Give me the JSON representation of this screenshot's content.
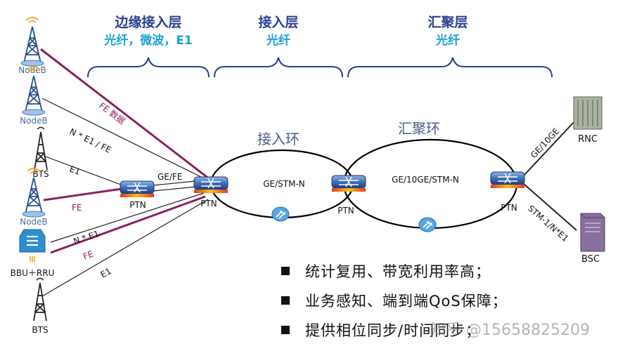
{
  "headers": {
    "edge": {
      "title": "边缘接入层",
      "sub": "光纤，微波，E1"
    },
    "access": {
      "title": "接入层",
      "sub": "光纤"
    },
    "aggregation": {
      "title": "汇聚层",
      "sub": "光纤"
    }
  },
  "rings": {
    "access_ring": "接入环",
    "aggregation_ring": "汇聚环"
  },
  "ring_labels": {
    "access": "GE/STM-N",
    "aggregation": "GE/10GE/STM-N"
  },
  "nodes": {
    "nodeb1": "NodeB",
    "nodeb2": "NodeB",
    "bts1": "BTS",
    "nodeb3": "NodeB",
    "bbu_rru": "BBU＋RRU",
    "bts2": "BTS",
    "ptn_small": "PTN",
    "ptn_main": "PTN",
    "ptn_mid": "PTN",
    "ptn_right": "PTN",
    "rnc": "RNC",
    "bsc": "BSC"
  },
  "links": {
    "fe_data": "FE 数据",
    "ne1_fe": "N * E1 / FE",
    "e1_top": "E1",
    "ge_fe": "GE/FE",
    "fe_mid": "FE",
    "ne1_mid": "N * E1",
    "fe_low": "FE",
    "e1_low": "E1",
    "ge_10ge": "GE/10GE",
    "stm": "STM-1/N*E1"
  },
  "bullets": [
    "统计复用、带宽利用率高；",
    "业务感知、端到端QoS保障；",
    "提供相位同步/时间同步；"
  ],
  "watermark": "知乎 @15658825209",
  "colors": {
    "header_title": "#2a3f8f",
    "header_sub": "#1aa3d9",
    "fe_link": "#8b2060",
    "ring": "#000000"
  }
}
